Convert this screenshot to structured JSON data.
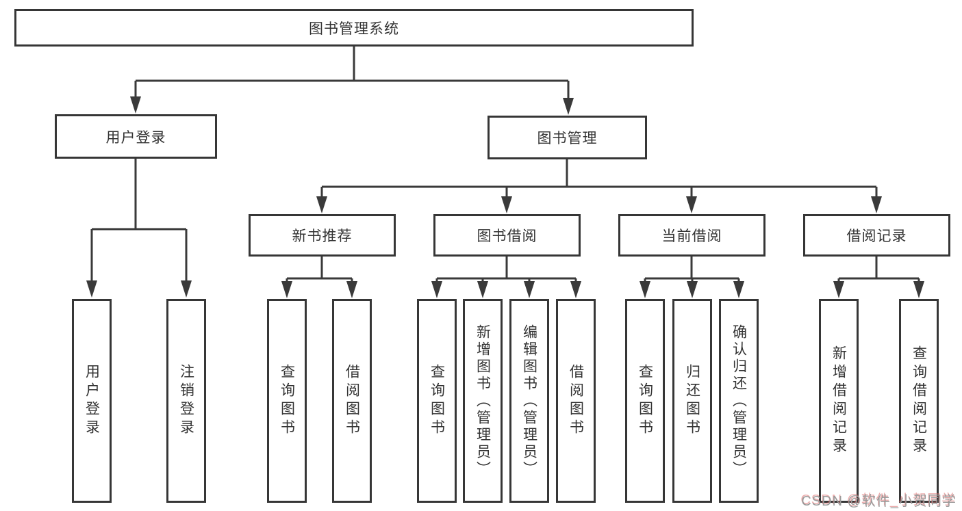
{
  "diagram_type": "hierarchy-tree",
  "colors": {
    "line": "#3a3a3a",
    "box_border": "#363636",
    "box_fill": "#ffffff",
    "text": "#333333",
    "watermark_text": "#9a9a9a",
    "watermark_shadow": "#dd6969"
  },
  "tree": {
    "label": "图书管理系统",
    "children": [
      {
        "label": "用户登录",
        "children": [
          {
            "label": "用户登录"
          },
          {
            "label": "注销登录"
          }
        ]
      },
      {
        "label": "图书管理",
        "children": [
          {
            "label": "新书推荐",
            "children": [
              {
                "label": "查询图书"
              },
              {
                "label": "借阅图书"
              }
            ]
          },
          {
            "label": "图书借阅",
            "children": [
              {
                "label": "查询图书"
              },
              {
                "label": "新增图书（管理员）"
              },
              {
                "label": "编辑图书（管理员）"
              },
              {
                "label": "借阅图书"
              }
            ]
          },
          {
            "label": "当前借阅",
            "children": [
              {
                "label": "查询图书"
              },
              {
                "label": "归还图书"
              },
              {
                "label": "确认归还（管理员）"
              }
            ]
          },
          {
            "label": "借阅记录",
            "children": [
              {
                "label": "新增借阅记录"
              },
              {
                "label": "查询借阅记录"
              }
            ]
          }
        ]
      }
    ]
  },
  "watermark": {
    "text": "CSDN @软件_小贺同学"
  }
}
